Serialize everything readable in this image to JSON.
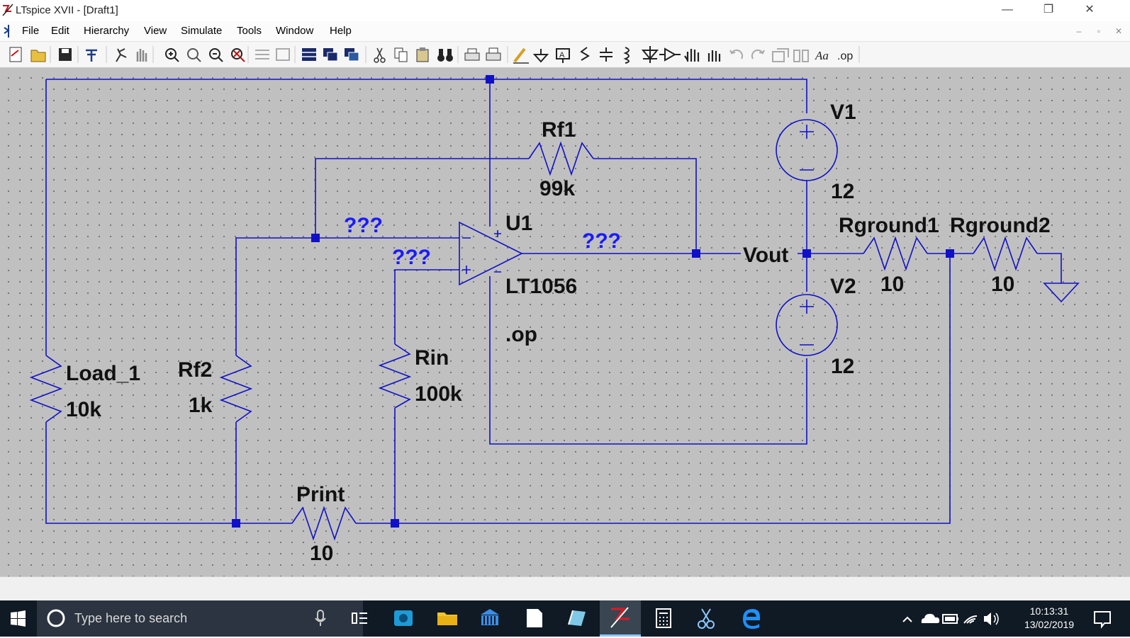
{
  "window": {
    "title": "LTspice XVII - [Draft1]",
    "controls": {
      "minimize": "—",
      "maximize": "❐",
      "close": "✕"
    }
  },
  "menu": {
    "items": [
      "File",
      "Edit",
      "Hierarchy",
      "View",
      "Simulate",
      "Tools",
      "Window",
      "Help"
    ],
    "child_controls": {
      "minimize": "–",
      "restore": "▫",
      "close": "✕"
    }
  },
  "toolbar": {
    "op_label": ".op",
    "font_label": "Aa"
  },
  "schematic": {
    "components": {
      "load": {
        "name": "Load_1",
        "value": "10k"
      },
      "rf2": {
        "name": "Rf2",
        "value": "1k"
      },
      "rin": {
        "name": "Rin",
        "value": "100k"
      },
      "rf1": {
        "name": "Rf1",
        "value": "99k"
      },
      "print": {
        "name": "Print",
        "value": "10"
      },
      "opamp": {
        "name": "U1",
        "value": "LT1056"
      },
      "v1": {
        "name": "V1",
        "value": "12"
      },
      "v2": {
        "name": "V2",
        "value": "12"
      },
      "rground1": {
        "name": "Rground1",
        "value": "10"
      },
      "rground2": {
        "name": "Rground2",
        "value": "10"
      }
    },
    "net_labels": {
      "vout": "Vout",
      "unknown": "???"
    },
    "directive": ".op",
    "colors": {
      "wire": "#1010c8",
      "background": "#c0c0c0",
      "label": "#111111",
      "net_label": "#1a1aff"
    }
  },
  "taskbar": {
    "search_placeholder": "Type here to search",
    "time": "10:13:31",
    "date": "13/02/2019"
  }
}
